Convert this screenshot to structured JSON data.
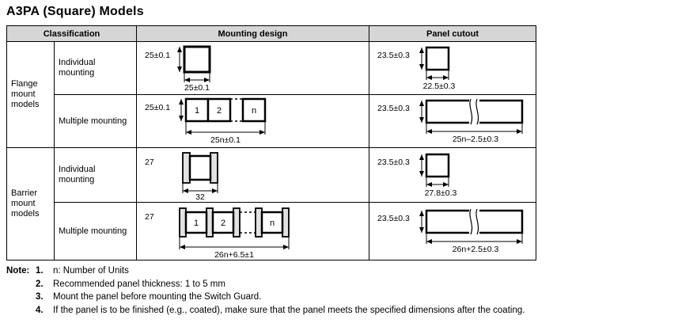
{
  "page": {
    "title": "A3PA (Square) Models"
  },
  "colors": {
    "header_bg": "#d6d6d6",
    "border": "#000000",
    "barrier_fill": "#e2e2e2"
  },
  "table": {
    "headers": {
      "classification": "Classification",
      "mounting_design": "Mounting design",
      "panel_cutout": "Panel cutout"
    },
    "groups": [
      {
        "label": "Flange mount models"
      },
      {
        "label": "Barrier mount models"
      }
    ],
    "rows": [
      {
        "mounting": "Individual mounting",
        "design": {
          "left_dim": "25±0.1",
          "bottom_dim": "25±0.1"
        },
        "cutout": {
          "left_dim": "23.5±0.3",
          "bottom_dim": "22.5±0.3"
        }
      },
      {
        "mounting": "Multiple mounting",
        "design": {
          "left_dim": "25±0.1",
          "bottom_dim": "25n±0.1",
          "units": [
            "1",
            "2",
            "n"
          ]
        },
        "cutout": {
          "left_dim": "23.5±0.3",
          "bottom_dim": "25n–2.5±0.3"
        }
      },
      {
        "mounting": "Individual mounting",
        "design": {
          "left_dim": "27",
          "bottom_dim": "32"
        },
        "cutout": {
          "left_dim": "23.5±0.3",
          "bottom_dim": "27.8±0.3"
        }
      },
      {
        "mounting": "Multiple mounting",
        "design": {
          "left_dim": "27",
          "bottom_dim": "26n+6.5±1",
          "units": [
            "1",
            "2",
            "n"
          ]
        },
        "cutout": {
          "left_dim": "23.5±0.3",
          "bottom_dim": "26n+2.5±0.3"
        }
      }
    ]
  },
  "notes": {
    "label": "Note:",
    "items": [
      {
        "num": "1.",
        "text": "n: Number of Units"
      },
      {
        "num": "2.",
        "text": "Recommended panel thickness: 1 to 5 mm"
      },
      {
        "num": "3.",
        "text": "Mount the panel before mounting the Switch Guard."
      },
      {
        "num": "4.",
        "text": "If the panel is to be finished (e.g., coated), make sure that the panel meets the specified dimensions after the coating."
      }
    ]
  }
}
